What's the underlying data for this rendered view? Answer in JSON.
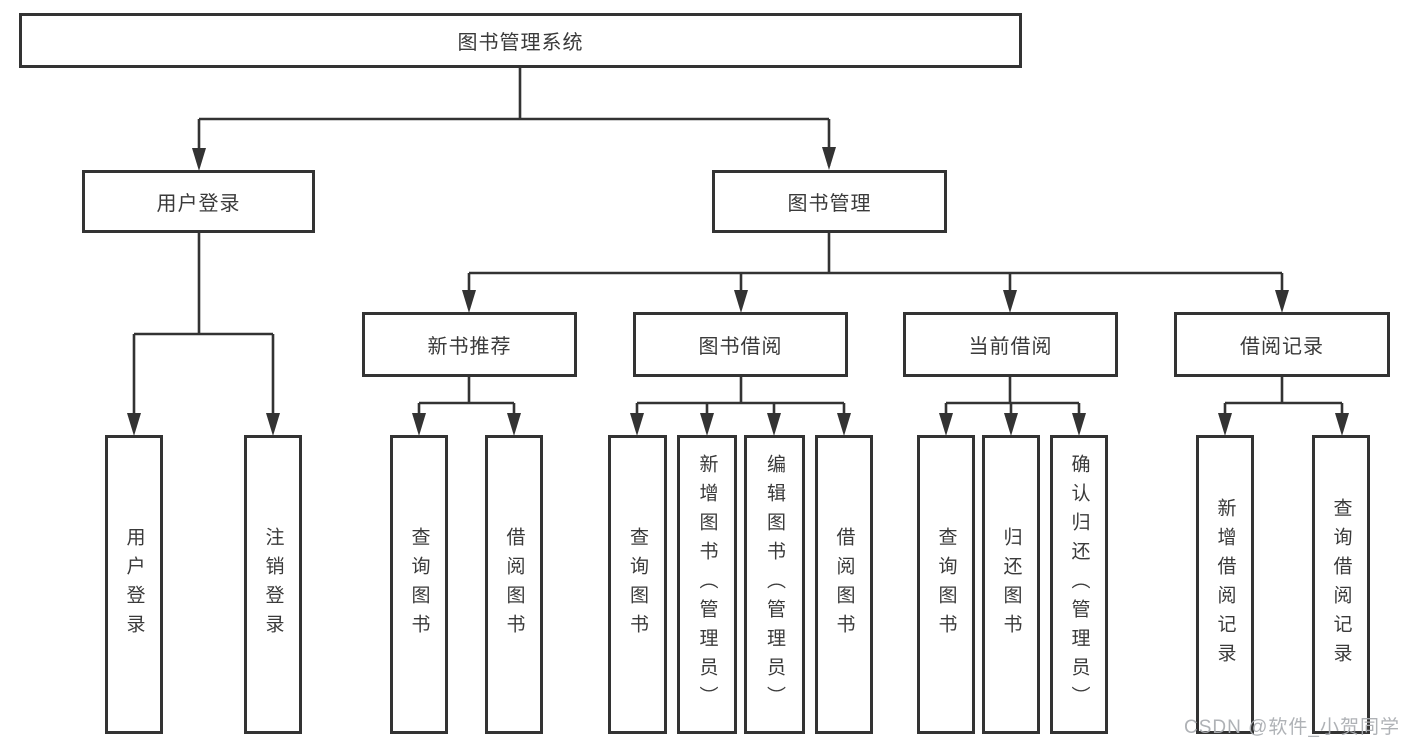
{
  "diagram": {
    "background": "#ffffff",
    "line_color": "#333333",
    "text_color": "#3a3a3a",
    "watermark": {
      "text": "CSDN @软件_小贺同学",
      "color": "#abaeb2"
    },
    "tree": {
      "label": "图书管理系统",
      "children": [
        {
          "label": "用户登录",
          "children": [
            {
              "label": "用户登录"
            },
            {
              "label": "注销登录"
            }
          ]
        },
        {
          "label": "图书管理",
          "children": [
            {
              "label": "新书推荐",
              "children": [
                {
                  "label": "查询图书"
                },
                {
                  "label": "借阅图书"
                }
              ]
            },
            {
              "label": "图书借阅",
              "children": [
                {
                  "label": "查询图书"
                },
                {
                  "label": "新增图书（管理员）"
                },
                {
                  "label": "编辑图书（管理员）"
                },
                {
                  "label": "借阅图书"
                }
              ]
            },
            {
              "label": "当前借阅",
              "children": [
                {
                  "label": "查询图书"
                },
                {
                  "label": "归还图书"
                },
                {
                  "label": "确认归还（管理员）"
                }
              ]
            },
            {
              "label": "借阅记录",
              "children": [
                {
                  "label": "新增借阅记录"
                },
                {
                  "label": "查询借阅记录"
                }
              ]
            }
          ]
        }
      ]
    }
  }
}
